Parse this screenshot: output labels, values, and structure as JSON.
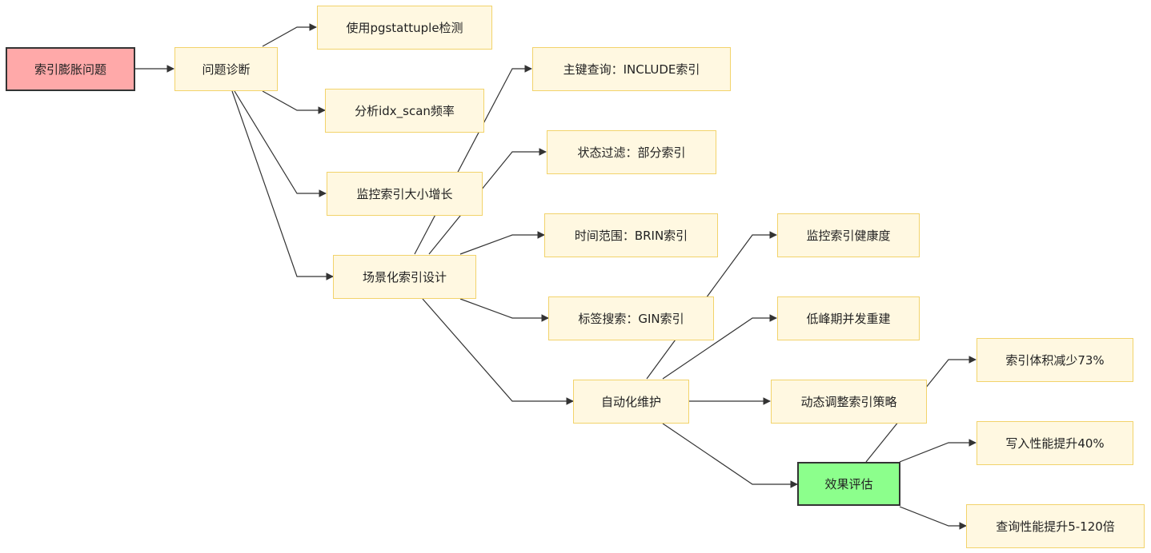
{
  "diagram": {
    "nodes": {
      "problem": "索引膨胀问题",
      "diagnosis": "问题诊断",
      "pgstattuple": "使用pgstattuple检测",
      "idx_scan": "分析idx_scan频率",
      "monitor_size": "监控索引大小增长",
      "scenario_design": "场景化索引设计",
      "include_index": "主键查询：INCLUDE索引",
      "partial_index": "状态过滤：部分索引",
      "brin_index": "时间范围：BRIN索引",
      "gin_index": "标签搜索：GIN索引",
      "auto_maintenance": "自动化维护",
      "monitor_health": "监控索引健康度",
      "rebuild": "低峰期并发重建",
      "dynamic_adjust": "动态调整索引策略",
      "evaluation": "效果评估",
      "size_reduction": "索引体积减少73%",
      "write_perf": "写入性能提升40%",
      "query_perf": "查询性能提升5-120倍"
    },
    "colors": {
      "problem_fill": "#ffa9a9",
      "result_fill": "#8cff8c",
      "node_fill": "#fff8e1",
      "node_border": "#f2d36b",
      "edge": "#333333"
    }
  }
}
